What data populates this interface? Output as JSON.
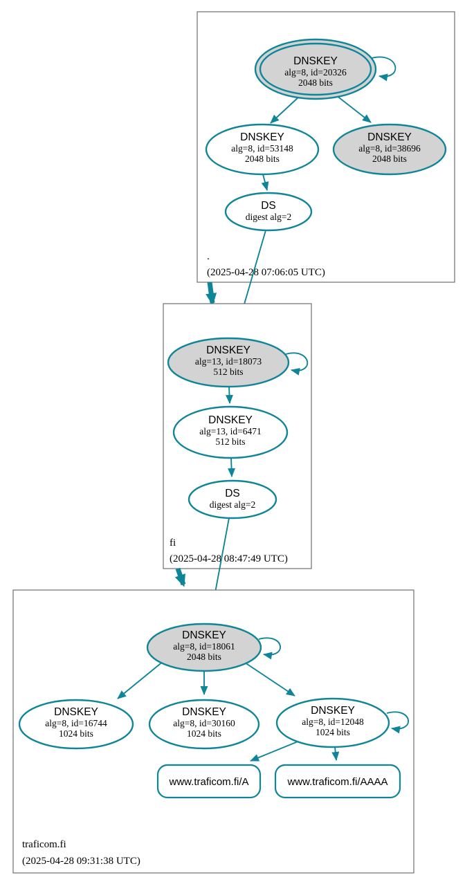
{
  "colors": {
    "accent": "#0f8598",
    "node_fill_gray": "#d3d3d3",
    "node_fill_white": "#ffffff",
    "box_border": "#6e6e6e",
    "text": "#000000"
  },
  "zones": {
    "root": {
      "label": ".",
      "timestamp": "(2025-04-28 07:06:05 UTC)",
      "ksk": {
        "title": "DNSKEY",
        "detail": "alg=8, id=20326",
        "bits": "2048 bits"
      },
      "zsk": {
        "title": "DNSKEY",
        "detail": "alg=8, id=53148",
        "bits": "2048 bits"
      },
      "standby": {
        "title": "DNSKEY",
        "detail": "alg=8, id=38696",
        "bits": "2048 bits"
      },
      "ds": {
        "title": "DS",
        "detail": "digest alg=2"
      }
    },
    "fi": {
      "label": "fi",
      "timestamp": "(2025-04-28 08:47:49 UTC)",
      "ksk": {
        "title": "DNSKEY",
        "detail": "alg=13, id=18073",
        "bits": "512 bits"
      },
      "zsk": {
        "title": "DNSKEY",
        "detail": "alg=13, id=6471",
        "bits": "512 bits"
      },
      "ds": {
        "title": "DS",
        "detail": "digest alg=2"
      }
    },
    "traficom": {
      "label": "traficom.fi",
      "timestamp": "(2025-04-28 09:31:38 UTC)",
      "ksk": {
        "title": "DNSKEY",
        "detail": "alg=8, id=18061",
        "bits": "2048 bits"
      },
      "zsk1": {
        "title": "DNSKEY",
        "detail": "alg=8, id=16744",
        "bits": "1024 bits"
      },
      "zsk2": {
        "title": "DNSKEY",
        "detail": "alg=8, id=30160",
        "bits": "1024 bits"
      },
      "zsk3": {
        "title": "DNSKEY",
        "detail": "alg=8, id=12048",
        "bits": "1024 bits"
      },
      "rrset_a": {
        "label": "www.traficom.fi/A"
      },
      "rrset_aaaa": {
        "label": "www.traficom.fi/AAAA"
      }
    }
  }
}
